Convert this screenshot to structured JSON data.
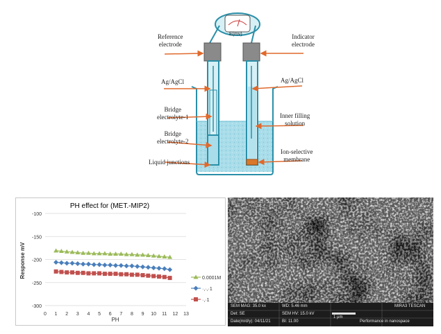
{
  "diagram": {
    "meter_label": "E(mv)",
    "labels": {
      "reference_electrode": "Reference\nelectrode",
      "indicator_electrode": "Indicator\nelectrode",
      "agagcl_left": "Ag/AgCl",
      "agagcl_right": "Ag/AgCl",
      "bridge1": "Bridge\nelectrolyte-1",
      "bridge2": "Bridge\nelectrolyte-2",
      "inner_filling": "Inner filling\nsolution",
      "ion_selective": "Ion-selective\nmembrane",
      "liquid_junctions": "Liquid junctions"
    },
    "colors": {
      "arrow": "#e0692c",
      "tube": "#2a8fa8",
      "liquid": "#a9dde9",
      "cap": "#8a8a8a",
      "membrane": "#d9782a"
    }
  },
  "chart_data": {
    "type": "line",
    "title": "PH effect for (MET.-MIP2)",
    "xlabel": "PH",
    "ylabel": "Response mV",
    "xlim": [
      0,
      13
    ],
    "ylim": [
      -300,
      -100
    ],
    "xticks": [
      "0",
      "1",
      "2",
      "3",
      "4",
      "5",
      "6",
      "7",
      "8",
      "9",
      "10",
      "11",
      "12",
      "13"
    ],
    "yticks": [
      "-100",
      "-150",
      "-200",
      "-250",
      "-300"
    ],
    "x": [
      1,
      1.5,
      2,
      2.5,
      3,
      3.5,
      4,
      4.5,
      5,
      5.5,
      6,
      6.5,
      7,
      7.5,
      8,
      8.5,
      9,
      9.5,
      10,
      10.5,
      11,
      11.5
    ],
    "series": [
      {
        "name": "0.0001M",
        "color": "#9bbb59",
        "marker": "triangle",
        "values": [
          -181,
          -182,
          -183,
          -184,
          -185,
          -186,
          -186,
          -187,
          -187,
          -187,
          -188,
          -188,
          -188,
          -189,
          -189,
          -190,
          -190,
          -191,
          -192,
          -193,
          -194,
          -195
        ]
      },
      {
        "name": "·,·,·1",
        "color": "#4a7ebb",
        "marker": "diamond",
        "values": [
          -206,
          -207,
          -208,
          -208,
          -209,
          -210,
          -210,
          -211,
          -211,
          -212,
          -212,
          -213,
          -213,
          -214,
          -214,
          -215,
          -216,
          -217,
          -218,
          -219,
          -220,
          -222
        ]
      },
      {
        "name": "·,·1",
        "color": "#c0504d",
        "marker": "square",
        "values": [
          -226,
          -227,
          -228,
          -228,
          -229,
          -229,
          -230,
          -230,
          -230,
          -231,
          -231,
          -231,
          -232,
          -232,
          -233,
          -233,
          -234,
          -235,
          -236,
          -237,
          -238,
          -240
        ]
      }
    ],
    "grid": true,
    "legend": "right"
  },
  "sem": {
    "row1": [
      "SEM MAG: 35.0 kx",
      "WD: 5.46 mm",
      "",
      "MIRA3 TESCAN"
    ],
    "row2": [
      "Det: SE",
      "SEM HV: 15.0 kV",
      "1 μm",
      ""
    ],
    "row3": [
      "Date(m/d/y): 04/11/21",
      "BI: 11.00",
      "Performance in nanospace",
      ""
    ]
  }
}
